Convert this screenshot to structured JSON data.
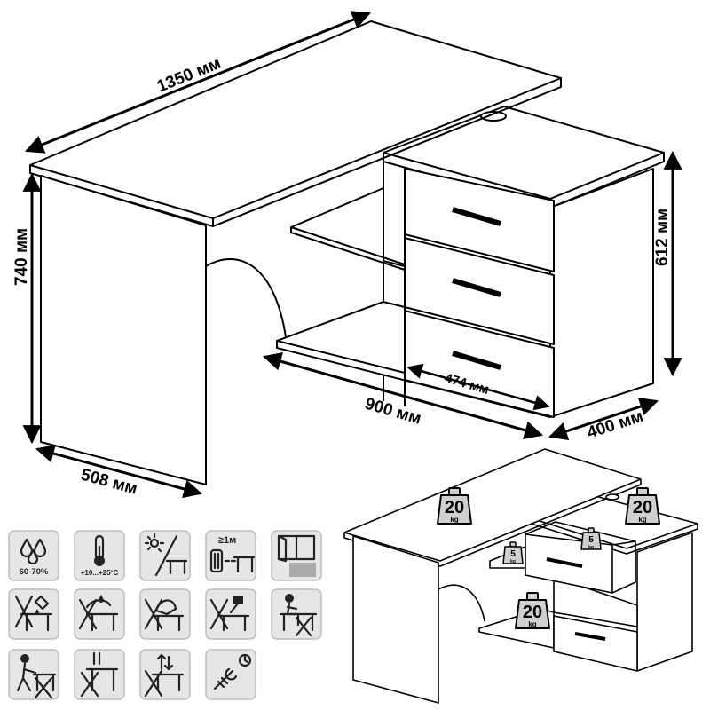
{
  "dimensions": {
    "width_total": "1350 мм",
    "height": "740 мм",
    "depth_left": "508 мм",
    "length_right": "900 мм",
    "depth_right": "400 мм",
    "cabinet_height": "612 мм",
    "drawer_width": "474 мм"
  },
  "load_labels": {
    "top_left": {
      "value": "20",
      "unit": "kg"
    },
    "top_right": {
      "value": "20",
      "unit": "kg"
    },
    "shelf": {
      "value": "5",
      "unit": "kg"
    },
    "drawer": {
      "value": "5",
      "unit": "kg"
    },
    "bottom": {
      "value": "20",
      "unit": "kg"
    }
  },
  "care_icons": {
    "humidity": "60-70%",
    "temperature": "+10...+25ºC",
    "distance": "≥1м",
    "humidity_icon": "water-drops-icon",
    "temperature_icon": "thermometer-icon",
    "sun_icon": "sun-icon",
    "heater_icon": "heater-distance-icon",
    "window_icon": "window-icon",
    "no_liquid_icon": "no-liquid-icon",
    "no_wet_icon": "no-wet-cleaning-icon",
    "no_scratch_icon": "no-scratch-icon",
    "no_hammer_icon": "no-impact-icon",
    "no_sit_icon": "no-sitting-icon",
    "no_climb_icon": "no-standing-icon",
    "no_drag_icon": "no-dragging-icon",
    "no_lift_icon": "no-lifting-icon",
    "tighten_icon": "periodic-tightening-icon"
  },
  "colors": {
    "line": "#000000",
    "icon_bg": "#e6e6e6",
    "weight_fill": "#d0d0d0"
  }
}
